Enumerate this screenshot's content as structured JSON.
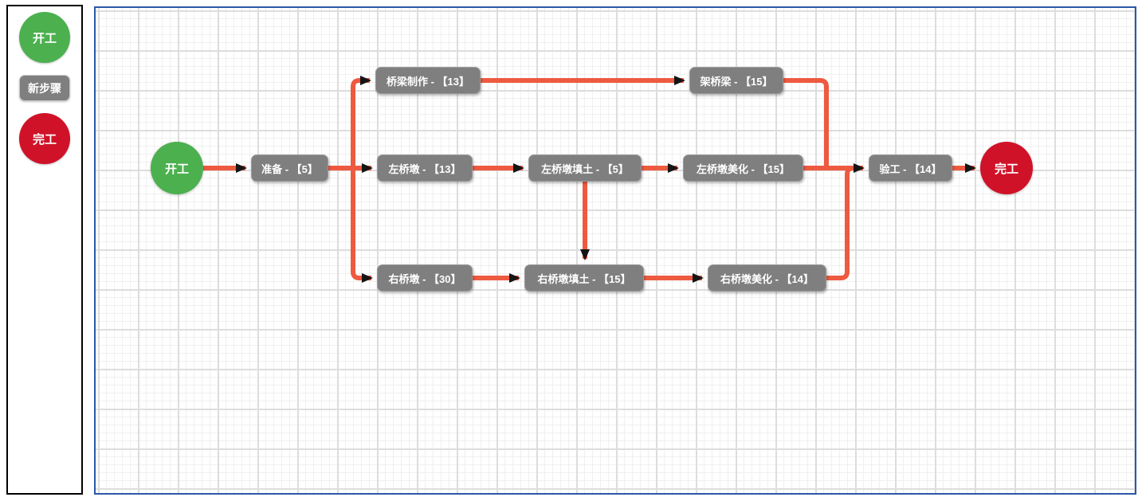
{
  "palette": {
    "items": [
      {
        "id": "start",
        "label": "开工",
        "shape": "circle",
        "color": "#4cb04f"
      },
      {
        "id": "step",
        "label": "新步骤",
        "shape": "rounded-rect",
        "color": "#7f7f7f"
      },
      {
        "id": "end",
        "label": "完工",
        "shape": "circle",
        "color": "#d01228"
      }
    ]
  },
  "flow": {
    "nodes": [
      {
        "id": "start",
        "type": "start",
        "label": "开工"
      },
      {
        "id": "prepare",
        "type": "step",
        "label": "准备 - 【5】"
      },
      {
        "id": "girder-fabrication",
        "type": "step",
        "label": "桥梁制作 - 【13】"
      },
      {
        "id": "left-pier",
        "type": "step",
        "label": "左桥墩 - 【13】"
      },
      {
        "id": "right-pier",
        "type": "step",
        "label": "右桥墩 - 【30】"
      },
      {
        "id": "left-pier-fill",
        "type": "step",
        "label": "左桥墩填土 - 【5】"
      },
      {
        "id": "right-pier-fill",
        "type": "step",
        "label": "右桥墩填土 - 【15】"
      },
      {
        "id": "left-pier-beautify",
        "type": "step",
        "label": "左桥墩美化 - 【15】"
      },
      {
        "id": "right-pier-beautify",
        "type": "step",
        "label": "右桥墩美化 - 【14】"
      },
      {
        "id": "girder-erection",
        "type": "step",
        "label": "架桥梁 - 【15】"
      },
      {
        "id": "inspection",
        "type": "step",
        "label": "验工 - 【14】"
      },
      {
        "id": "end",
        "type": "end",
        "label": "完工"
      }
    ],
    "edges": [
      {
        "from": "开工",
        "to": "准备"
      },
      {
        "from": "准备",
        "to": "桥梁制作"
      },
      {
        "from": "准备",
        "to": "左桥墩"
      },
      {
        "from": "准备",
        "to": "右桥墩"
      },
      {
        "from": "桥梁制作",
        "to": "架桥梁"
      },
      {
        "from": "左桥墩",
        "to": "左桥墩填土"
      },
      {
        "from": "左桥墩填土",
        "to": "左桥墩美化"
      },
      {
        "from": "左桥墩填土",
        "to": "右桥墩填土"
      },
      {
        "from": "右桥墩",
        "to": "右桥墩填土"
      },
      {
        "from": "右桥墩填土",
        "to": "右桥墩美化"
      },
      {
        "from": "架桥梁",
        "to": "验工"
      },
      {
        "from": "左桥墩美化",
        "to": "验工"
      },
      {
        "from": "右桥墩美化",
        "to": "验工"
      },
      {
        "from": "验工",
        "to": "完工"
      }
    ],
    "colors": {
      "edge": "#ed5a40",
      "arrowhead": "#151515",
      "step_node": "#7f7f7f",
      "start_node": "#4cb04f",
      "end_node": "#d01228",
      "canvas_border": "#2b57a8"
    }
  }
}
